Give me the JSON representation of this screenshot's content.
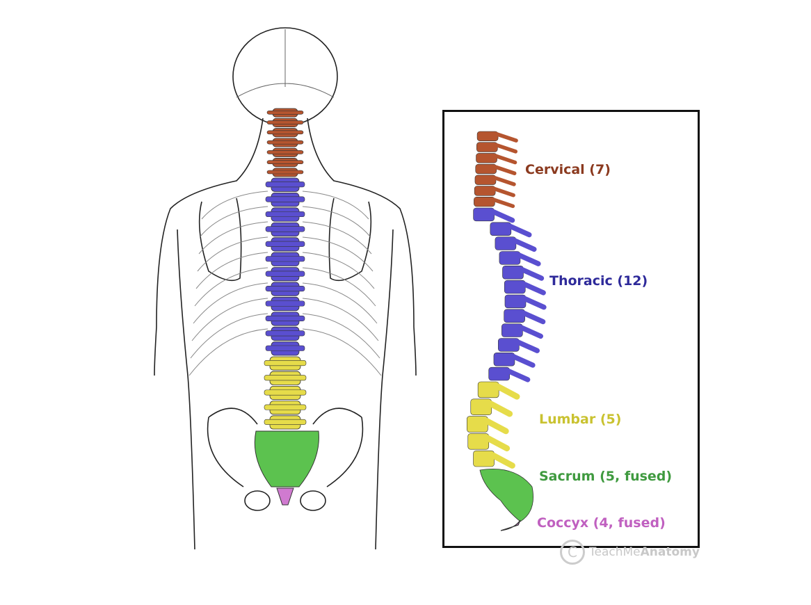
{
  "labels": {
    "cervical": "Cervical (7)",
    "thoracic": "Thoracic (12)",
    "lumbar": "Lumbar (5)",
    "sacrum": "Sacrum (5, fused)",
    "coccyx": "Coccyx (4, fused)"
  },
  "watermark": {
    "symbol": "C",
    "brand_light": "TeachMe",
    "brand_bold": "Anatomy"
  },
  "colors": {
    "cervical": "#b5552f",
    "thoracic": "#5a4fd0",
    "lumbar": "#e6dc4a",
    "sacrum": "#5cc24f",
    "coccyx": "#d07ad0",
    "cervical_text": "#8b3a1f",
    "thoracic_text": "#2e2a9a",
    "lumbar_text": "#c9c230",
    "sacrum_text": "#3f9a3f",
    "coccyx_text": "#c060c0"
  },
  "counts": {
    "cervical": 7,
    "thoracic": 12,
    "lumbar": 5
  }
}
